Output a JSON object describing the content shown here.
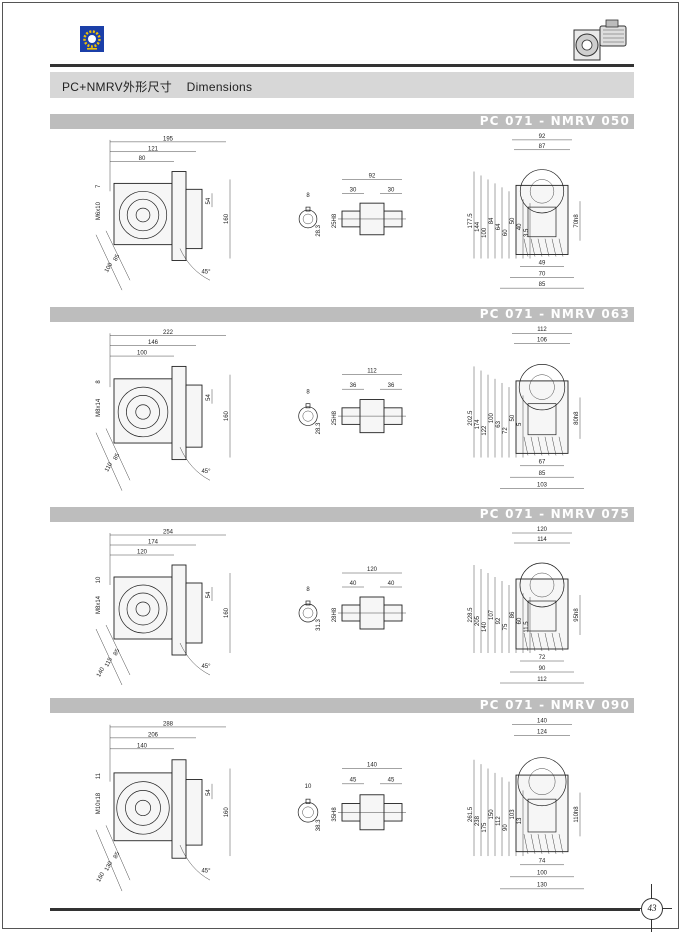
{
  "header": {
    "title": "PC+NMRV外形尺寸    Dimensions"
  },
  "logo": {
    "name": "gear-logo-icon",
    "color": "#1b3fa8"
  },
  "footer": {
    "page_number": "43"
  },
  "sections": [
    {
      "title": "PC 071 - NMRV 050",
      "front": {
        "top": [
          "195",
          "121",
          "80"
        ],
        "left": [
          "7",
          "M6x10"
        ],
        "right": [
          "54",
          "160"
        ],
        "diag": [
          "85",
          "100",
          "45°"
        ]
      },
      "shaft": {
        "top": [
          "8",
          "92"
        ],
        "inner": [
          "30",
          "30"
        ],
        "left": [
          "25H8"
        ],
        "bore": [
          "28.3"
        ]
      },
      "side": {
        "top": [
          "92",
          "87"
        ],
        "left": [
          "177.5",
          "144",
          "100",
          "84",
          "64",
          "60",
          "50",
          "40",
          "3.5"
        ],
        "right": [
          "70h8"
        ],
        "bottom": [
          "49",
          "70",
          "85"
        ]
      }
    },
    {
      "title": "PC 071 - NMRV 063",
      "front": {
        "top": [
          "222",
          "146",
          "100"
        ],
        "left": [
          "8",
          "M8x14"
        ],
        "right": [
          "54",
          "160"
        ],
        "diag": [
          "85",
          "110",
          "45°"
        ]
      },
      "shaft": {
        "top": [
          "8",
          "112"
        ],
        "inner": [
          "36",
          "36"
        ],
        "left": [
          "25H8"
        ],
        "bore": [
          "28.3"
        ]
      },
      "side": {
        "top": [
          "112",
          "106"
        ],
        "left": [
          "202.5",
          "174",
          "122",
          "100",
          "63",
          "72",
          "50",
          "5"
        ],
        "right": [
          "80h8"
        ],
        "bottom": [
          "67",
          "85",
          "103"
        ]
      }
    },
    {
      "title": "PC 071 - NMRV 075",
      "front": {
        "top": [
          "254",
          "174",
          "120"
        ],
        "left": [
          "10",
          "M8x14"
        ],
        "right": [
          "54",
          "160"
        ],
        "diag": [
          "85",
          "115",
          "140",
          "45°"
        ]
      },
      "shaft": {
        "top": [
          "8",
          "120"
        ],
        "inner": [
          "40",
          "40"
        ],
        "left": [
          "28H8"
        ],
        "bore": [
          "31.3"
        ]
      },
      "side": {
        "top": [
          "120",
          "114"
        ],
        "left": [
          "228.5",
          "205",
          "140",
          "107",
          "92",
          "75",
          "86",
          "60",
          "11.5"
        ],
        "right": [
          "95h8"
        ],
        "bottom": [
          "72",
          "90",
          "112"
        ]
      }
    },
    {
      "title": "PC 071 - NMRV 090",
      "front": {
        "top": [
          "288",
          "206",
          "140"
        ],
        "left": [
          "11",
          "M10x18"
        ],
        "right": [
          "54",
          "160"
        ],
        "diag": [
          "85",
          "130",
          "160",
          "45°"
        ]
      },
      "shaft": {
        "top": [
          "10",
          "140"
        ],
        "inner": [
          "45",
          "45"
        ],
        "left": [
          "35H8"
        ],
        "bore": [
          "38.3"
        ]
      },
      "side": {
        "top": [
          "140",
          "124"
        ],
        "left": [
          "261.5",
          "238",
          "175",
          "150",
          "112",
          "90",
          "103",
          "13"
        ],
        "right": [
          "110h8"
        ],
        "bottom": [
          "74",
          "100",
          "130"
        ]
      }
    }
  ]
}
